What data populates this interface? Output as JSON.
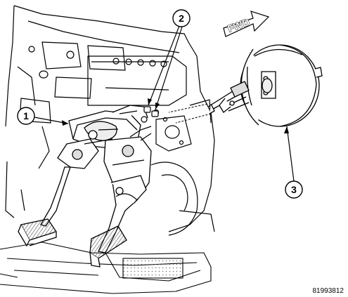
{
  "figure": {
    "figure_id": "81993812",
    "direction_label": "FWD"
  },
  "callouts": [
    {
      "number": "1",
      "part": "pedal-bracket"
    },
    {
      "number": "2",
      "part": "mounting-nuts"
    },
    {
      "number": "3",
      "part": "brake-booster"
    }
  ],
  "colors": {
    "line": "#000000",
    "background": "#ffffff",
    "hatch_gray": "#9a9a9a"
  }
}
